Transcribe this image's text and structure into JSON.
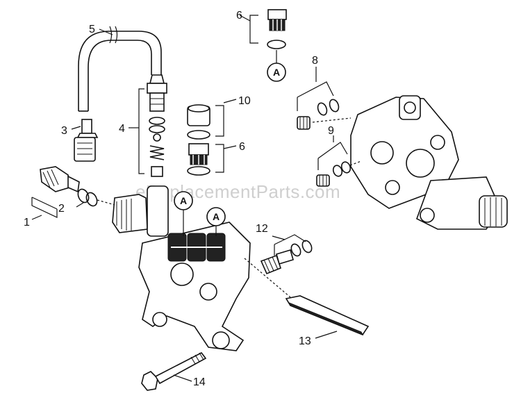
{
  "watermark": "eReplacementParts.com",
  "callouts": {
    "c1": "1",
    "c2": "2",
    "c3": "3",
    "c4": "4",
    "c5": "5",
    "c6a": "6",
    "c6b": "6",
    "c8": "8",
    "c9": "9",
    "c10": "10",
    "c12": "12",
    "c13": "13",
    "c14": "14"
  },
  "reference_markers": {
    "a1": "A",
    "a2": "A",
    "a3": "A"
  }
}
